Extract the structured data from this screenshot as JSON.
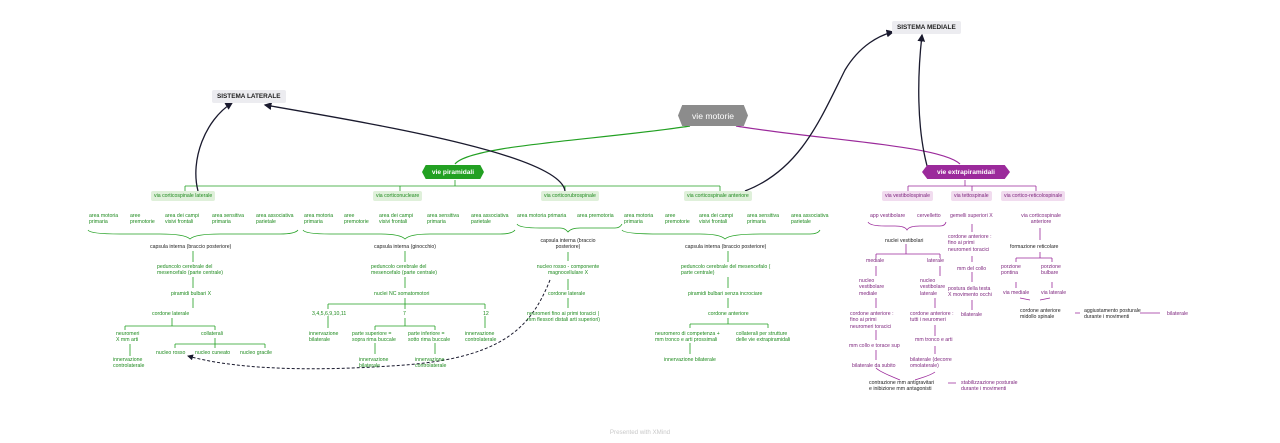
{
  "root": "vie motorie",
  "sistema_laterale": "SISTEMA LATERALE",
  "sistema_mediale": "SISTEMA MEDIALE",
  "piramidali": {
    "title": "vie piramidali",
    "corticospinale_laterale": {
      "label": "via corticospinale laterale",
      "aree": [
        "area motoria\nprimaria",
        "aree\npremotorie",
        "area dei campi\nvisivi frontali",
        "area sensitiva\nprimaria",
        "area associativa\nparietale"
      ],
      "capsula": "capsula interna (braccio posteriore)",
      "peduncolo": "peduncolo cerebrale del\nmesencefalo (parte centrale)",
      "piramidi": "piramidi bulbari X",
      "cordone": "cordone laterale",
      "neuromeri": "neuromeri\nX mm arti",
      "innervazione": "innervazione\ncontrolaterale",
      "collaterali": "collaterali",
      "nuclei": [
        "nucleo rosso",
        "nucleo cuneato",
        "nucleo gracile"
      ]
    },
    "corticonucleare": {
      "label": "via corticonucleare",
      "aree": [
        "area motoria\nprimaria",
        "aree\npremotorie",
        "area dei campi\nvisivi frontali",
        "area sensitiva\nprimaria",
        "area associativa\nparietale"
      ],
      "capsula": "capsula interna (ginocchio)",
      "peduncolo": "peduncolo cerebrale del\nmesencefalo (parte centrale)",
      "nuclei": "nuclei NC somatomotori",
      "n1": "3,4,5,6,9,10,11",
      "n1_inn": "innervazione\nbilaterale",
      "n2": "7",
      "n2a": "parte superiore =\nsopra rima buccale",
      "n2a_inn": "innervazione\nbilaterale",
      "n2b": "parte inferiore =\nsotto rima buccale",
      "n2b_inn": "innervazione\ncontrolaterale",
      "n3": "12",
      "n3_inn": "innervazione\ncontrolaterale"
    },
    "corticorubrospinale": {
      "label": "via corticorubrospinale",
      "aree": [
        "area motoria primaria",
        "area premotoria"
      ],
      "capsula": "capsula interna (braccio\nposteriore)",
      "nucleo": "nucleo rosso - componente\nmagnocellulare X",
      "cordone": "cordone laterale",
      "neuromeri": "neuromeri fino ai primi toracici |\nmm flessori distali arti superiori)"
    },
    "corticospinale_anteriore": {
      "label": "via corticospinale anteriore",
      "aree": [
        "area motoria\nprimaria",
        "aree\npremotorie",
        "area dei campi\nvisivi frontali",
        "area sensitiva\nprimaria",
        "area associativa\nparietale"
      ],
      "capsula": "capsula interna (braccio posteriore)",
      "peduncolo": "peduncolo cerebrale del mesencefalo (\nparte centrale)",
      "piramidi": "piramidi bulbari senza incrociare",
      "cordone": "cordone anteriore",
      "neuromero": "neuromero di competenza +\nmm tronco e arti prossimali",
      "innervazione": "innervazione bilaterale",
      "collaterali": "collaterali per strutture\ndelle vie extrapiramidali"
    }
  },
  "extrapiramidali": {
    "title": "vie extrapiramidali",
    "vestibolospinale": {
      "label": "via vestibolospinale",
      "app": "app vestibolare",
      "cervelletto": "cervelletto",
      "nuclei": "nuclei vestibolari",
      "mediale": "mediale",
      "laterale": "laterale",
      "nucleo_mediale": "nucleo\nvestibolare\nmediale",
      "nucleo_laterale": "nucleo\nvestibolare\nlaterale",
      "cordone_m": "cordone anteriore :\nfino ai primi\nneuromeri toracici",
      "cordone_l": "cordone anteriore :\ntutti i neuromeri",
      "mm_m": "mm collo e torace sup",
      "mm_l": "mm tronco e arti",
      "bil_m": "bilaterale da subito",
      "bil_l": "bilaterale (decorre\nomolaterale)",
      "contrazione": "contrazione mm antigravitari\ne inibizione mm antagonisti",
      "stabilizzazione": "stabilizzazione posturale\ndurante i movimenti"
    },
    "tettospinale": {
      "label": "via tettospinale",
      "gemelli": "gemelli superiori X",
      "cordone": "cordone anteriore :\nfino ai primi\nneuromeri toracici",
      "mm": "mm del collo",
      "postura": "postura della testa\nX movimento occhi",
      "bilaterale": "bilaterale"
    },
    "corticoreticolospinale": {
      "label": "via cortico-reticolospinale",
      "via": "via corticospinale\nanteriore",
      "formazione": "formazione reticolare",
      "pontina": "porzione\npontina",
      "bulbare": "porzione\nbulbare",
      "via_mediale": "via mediale",
      "via_laterale": "via laterale",
      "cordone": "cordone anteriore\nmidollo spinale",
      "aggiustamento": "aggiustamento posturale\ndurante i movimenti",
      "bilaterale": "bilaterale"
    }
  },
  "footer": "Presented with XMind",
  "colors": {
    "green": "#1e8a1e",
    "purple": "#7a1f7a",
    "root": "#8c8c8c",
    "green_main": "#22a022",
    "purple_main": "#9b2a9b"
  }
}
